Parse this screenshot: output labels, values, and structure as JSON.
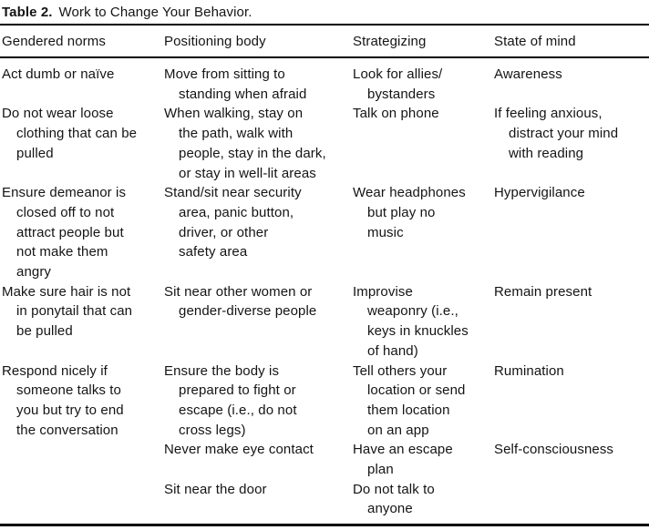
{
  "title": {
    "label": "Table 2.",
    "text": "Work to Change Your Behavior."
  },
  "colors": {
    "background": "#ffffff",
    "text": "#141414",
    "rule": "#000000"
  },
  "table": {
    "columns": [
      "Gendered norms",
      "Positioning body",
      "Strategizing",
      "State of mind"
    ],
    "rows": [
      [
        "Act dumb or naïve",
        "Move from sitting to\nstanding when afraid",
        "Look for allies/\nbystanders",
        "Awareness"
      ],
      [
        "Do not wear loose\nclothing that can be\npulled",
        "When walking, stay on\nthe path, walk with\npeople, stay in the dark,\nor stay in well-lit areas",
        "Talk on phone",
        "If feeling anxious,\ndistract your mind\nwith reading"
      ],
      [
        "Ensure demeanor is\nclosed off to not\nattract people but\nnot make them\nangry",
        "Stand/sit near security\narea, panic button,\ndriver, or other\nsafety area",
        "Wear headphones\nbut play no\nmusic",
        "Hypervigilance"
      ],
      [
        "Make sure hair is not\nin ponytail that can\nbe pulled",
        "Sit near other women or\ngender-diverse people",
        "Improvise\nweaponry (i.e.,\nkeys in knuckles\nof hand)",
        "Remain present"
      ],
      [
        "Respond nicely if\nsomeone talks to\nyou but try to end\nthe conversation",
        "Ensure the body is\nprepared to fight or\nescape (i.e., do not\ncross legs)",
        "Tell others your\nlocation or send\nthem location\non an app",
        "Rumination"
      ],
      [
        "",
        "Never make eye contact",
        "Have an escape\nplan",
        "Self-consciousness"
      ],
      [
        "",
        "Sit near the door",
        "Do not talk to\nanyone",
        ""
      ]
    ]
  }
}
